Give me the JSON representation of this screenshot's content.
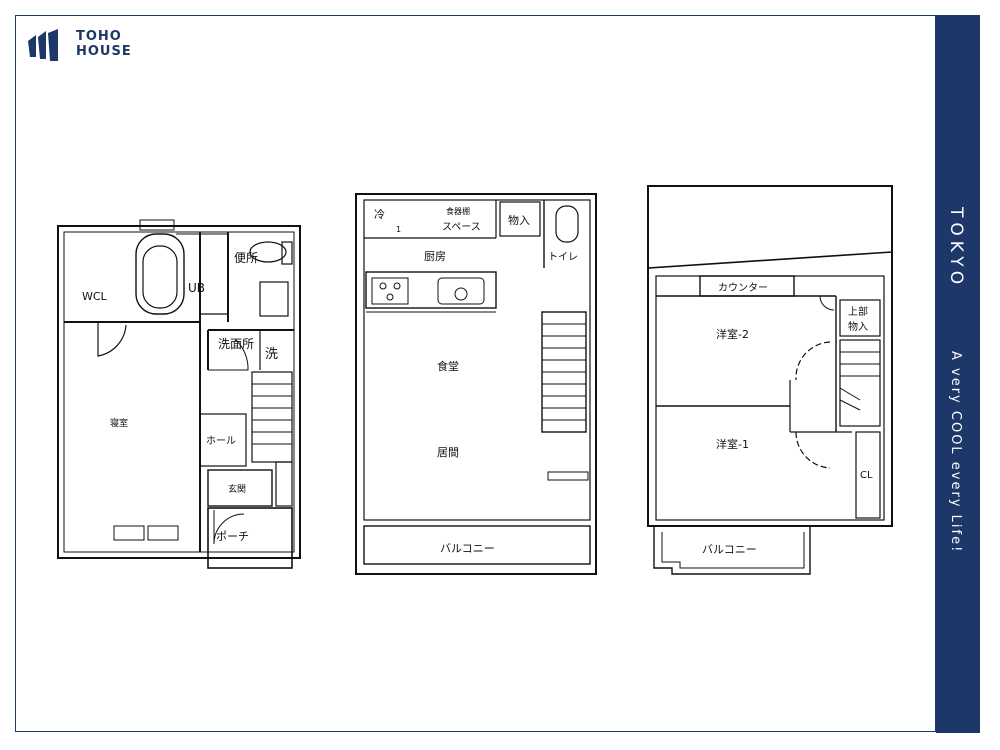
{
  "brand": {
    "line1": "TOHO",
    "line2": "HOUSE",
    "color": "#1d3868"
  },
  "sidebar": {
    "city": "TOKYO",
    "tagline": "A very COOL every Life!",
    "color": "#1d3868"
  },
  "floor1": {
    "wcl": "WCL",
    "ub": "UB",
    "toilet": "便所",
    "washroom": "洗面所",
    "wash": "洗",
    "bedroom": "寝室",
    "hall": "ホール",
    "entrance": "玄関",
    "porch": "ポーチ"
  },
  "floor2": {
    "fridge": "冷",
    "pantry_line1": "食器棚",
    "pantry_line2": "スペース",
    "storage": "物入",
    "toilet": "トイレ",
    "kitchen": "厨房",
    "dining": "食堂",
    "living": "居間",
    "balcony": "バルコニー",
    "mark": "1"
  },
  "floor3": {
    "counter": "カウンター",
    "upper_storage_line1": "上部",
    "upper_storage_line2": "物入",
    "room2": "洋室-2",
    "room1": "洋室-1",
    "closet": "CL",
    "balcony": "バルコニー"
  }
}
